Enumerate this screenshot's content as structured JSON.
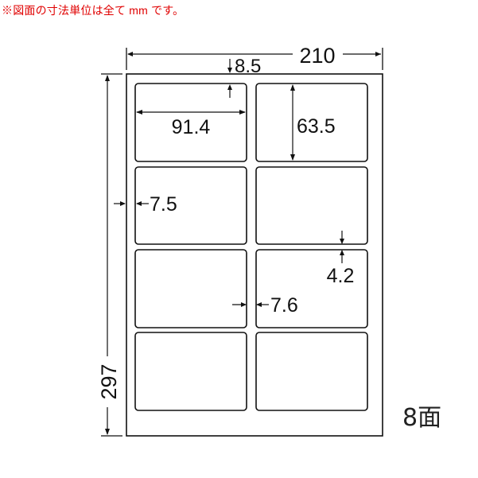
{
  "note": "※図面の寸法単位は全て mm です。",
  "sheet": {
    "width_mm": "210",
    "height_mm": "297",
    "label_count": "8面",
    "rows": 4,
    "cols": 2
  },
  "dimensions": {
    "top_margin": "8.5",
    "label_width": "91.4",
    "label_height": "63.5",
    "left_margin": "7.5",
    "vertical_gap": "4.2",
    "horizontal_gap": "7.6"
  },
  "colors": {
    "note": "#e00000",
    "line": "#111111"
  }
}
